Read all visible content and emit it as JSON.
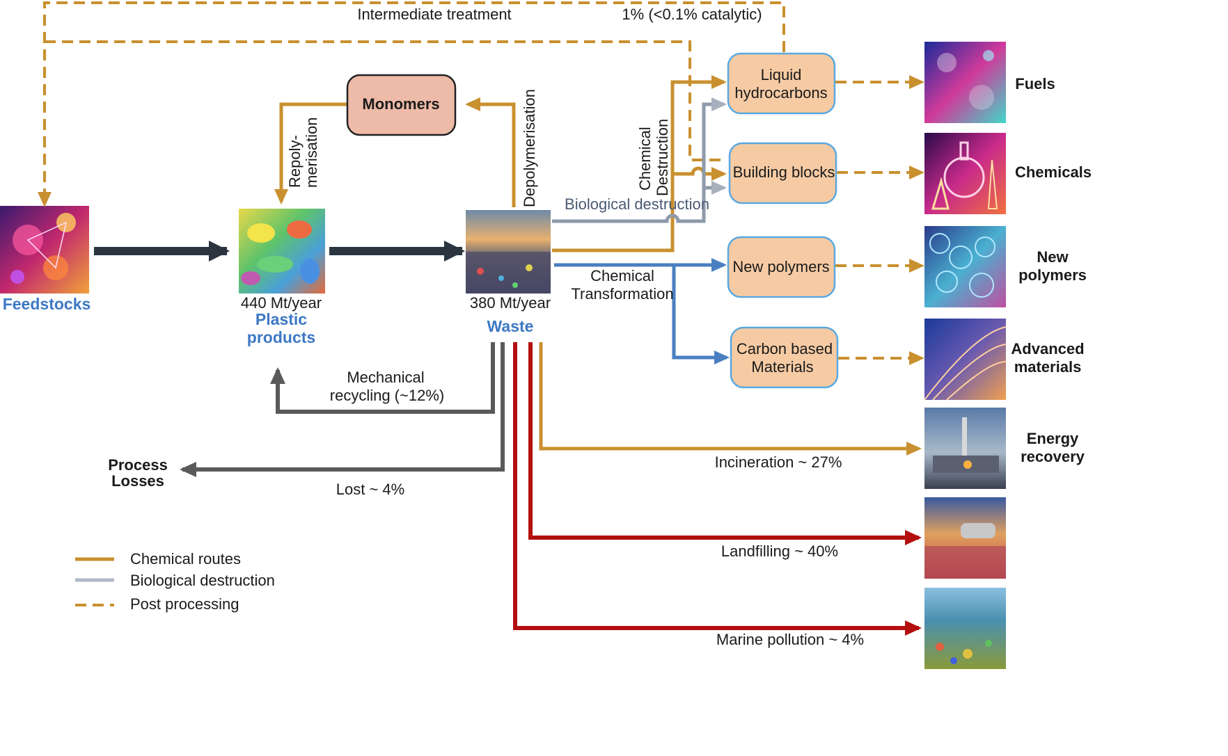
{
  "nodes": {
    "feedstocks": "Feedstocks",
    "plastic_amount": "440 Mt/year",
    "plastic_l1": "Plastic",
    "plastic_l2": "products",
    "waste_amount": "380 Mt/year",
    "waste": "Waste",
    "monomers": "Monomers",
    "liquid_l1": "Liquid",
    "liquid_l2": "hydrocarbons",
    "building_blocks": "Building blocks",
    "new_polymers": "New polymers",
    "carbon_l1": "Carbon based",
    "carbon_l2": "Materials",
    "process_l1": "Process",
    "process_l2": "Losses"
  },
  "outputs": {
    "fuels": "Fuels",
    "chemicals": "Chemicals",
    "new_polymers_l1": "New",
    "new_polymers_l2": "polymers",
    "advanced_l1": "Advanced",
    "advanced_l2": "materials",
    "energy_l1": "Energy",
    "energy_l2": "recovery"
  },
  "labels": {
    "intermediate": "Intermediate treatment",
    "catalytic": "1% (<0.1% catalytic)",
    "repoly_l1": "Repoly-",
    "repoly_l2": "merisation",
    "depolymerisation": "Depolymerisation",
    "chem_destr_l1": "Chemical",
    "chem_destr_l2": "Destruction",
    "bio_destruction": "Biological destruction",
    "chem_trans_l1": "Chemical",
    "chem_trans_l2": "Transformation",
    "mech_l1": "Mechanical",
    "mech_l2": "recycling (~12%)",
    "lost": "Lost ~ 4%",
    "incineration": "Incineration ~ 27%",
    "landfilling": "Landfilling ~ 40%",
    "marine": "Marine pollution ~ 4%"
  },
  "legend": {
    "chemical_routes": "Chemical routes",
    "biological": "Biological destruction",
    "post_processing": "Post processing"
  },
  "colors": {
    "chemical": "#c9902f",
    "biological": "#8e9aaa",
    "transformation": "#4a7fc2",
    "mechanical": "#5a5a5a",
    "disposal": "#b40f0f",
    "box_fill": "#f6cba4",
    "box_border": "#5aa8e0",
    "title_blue": "#3d78c4"
  }
}
